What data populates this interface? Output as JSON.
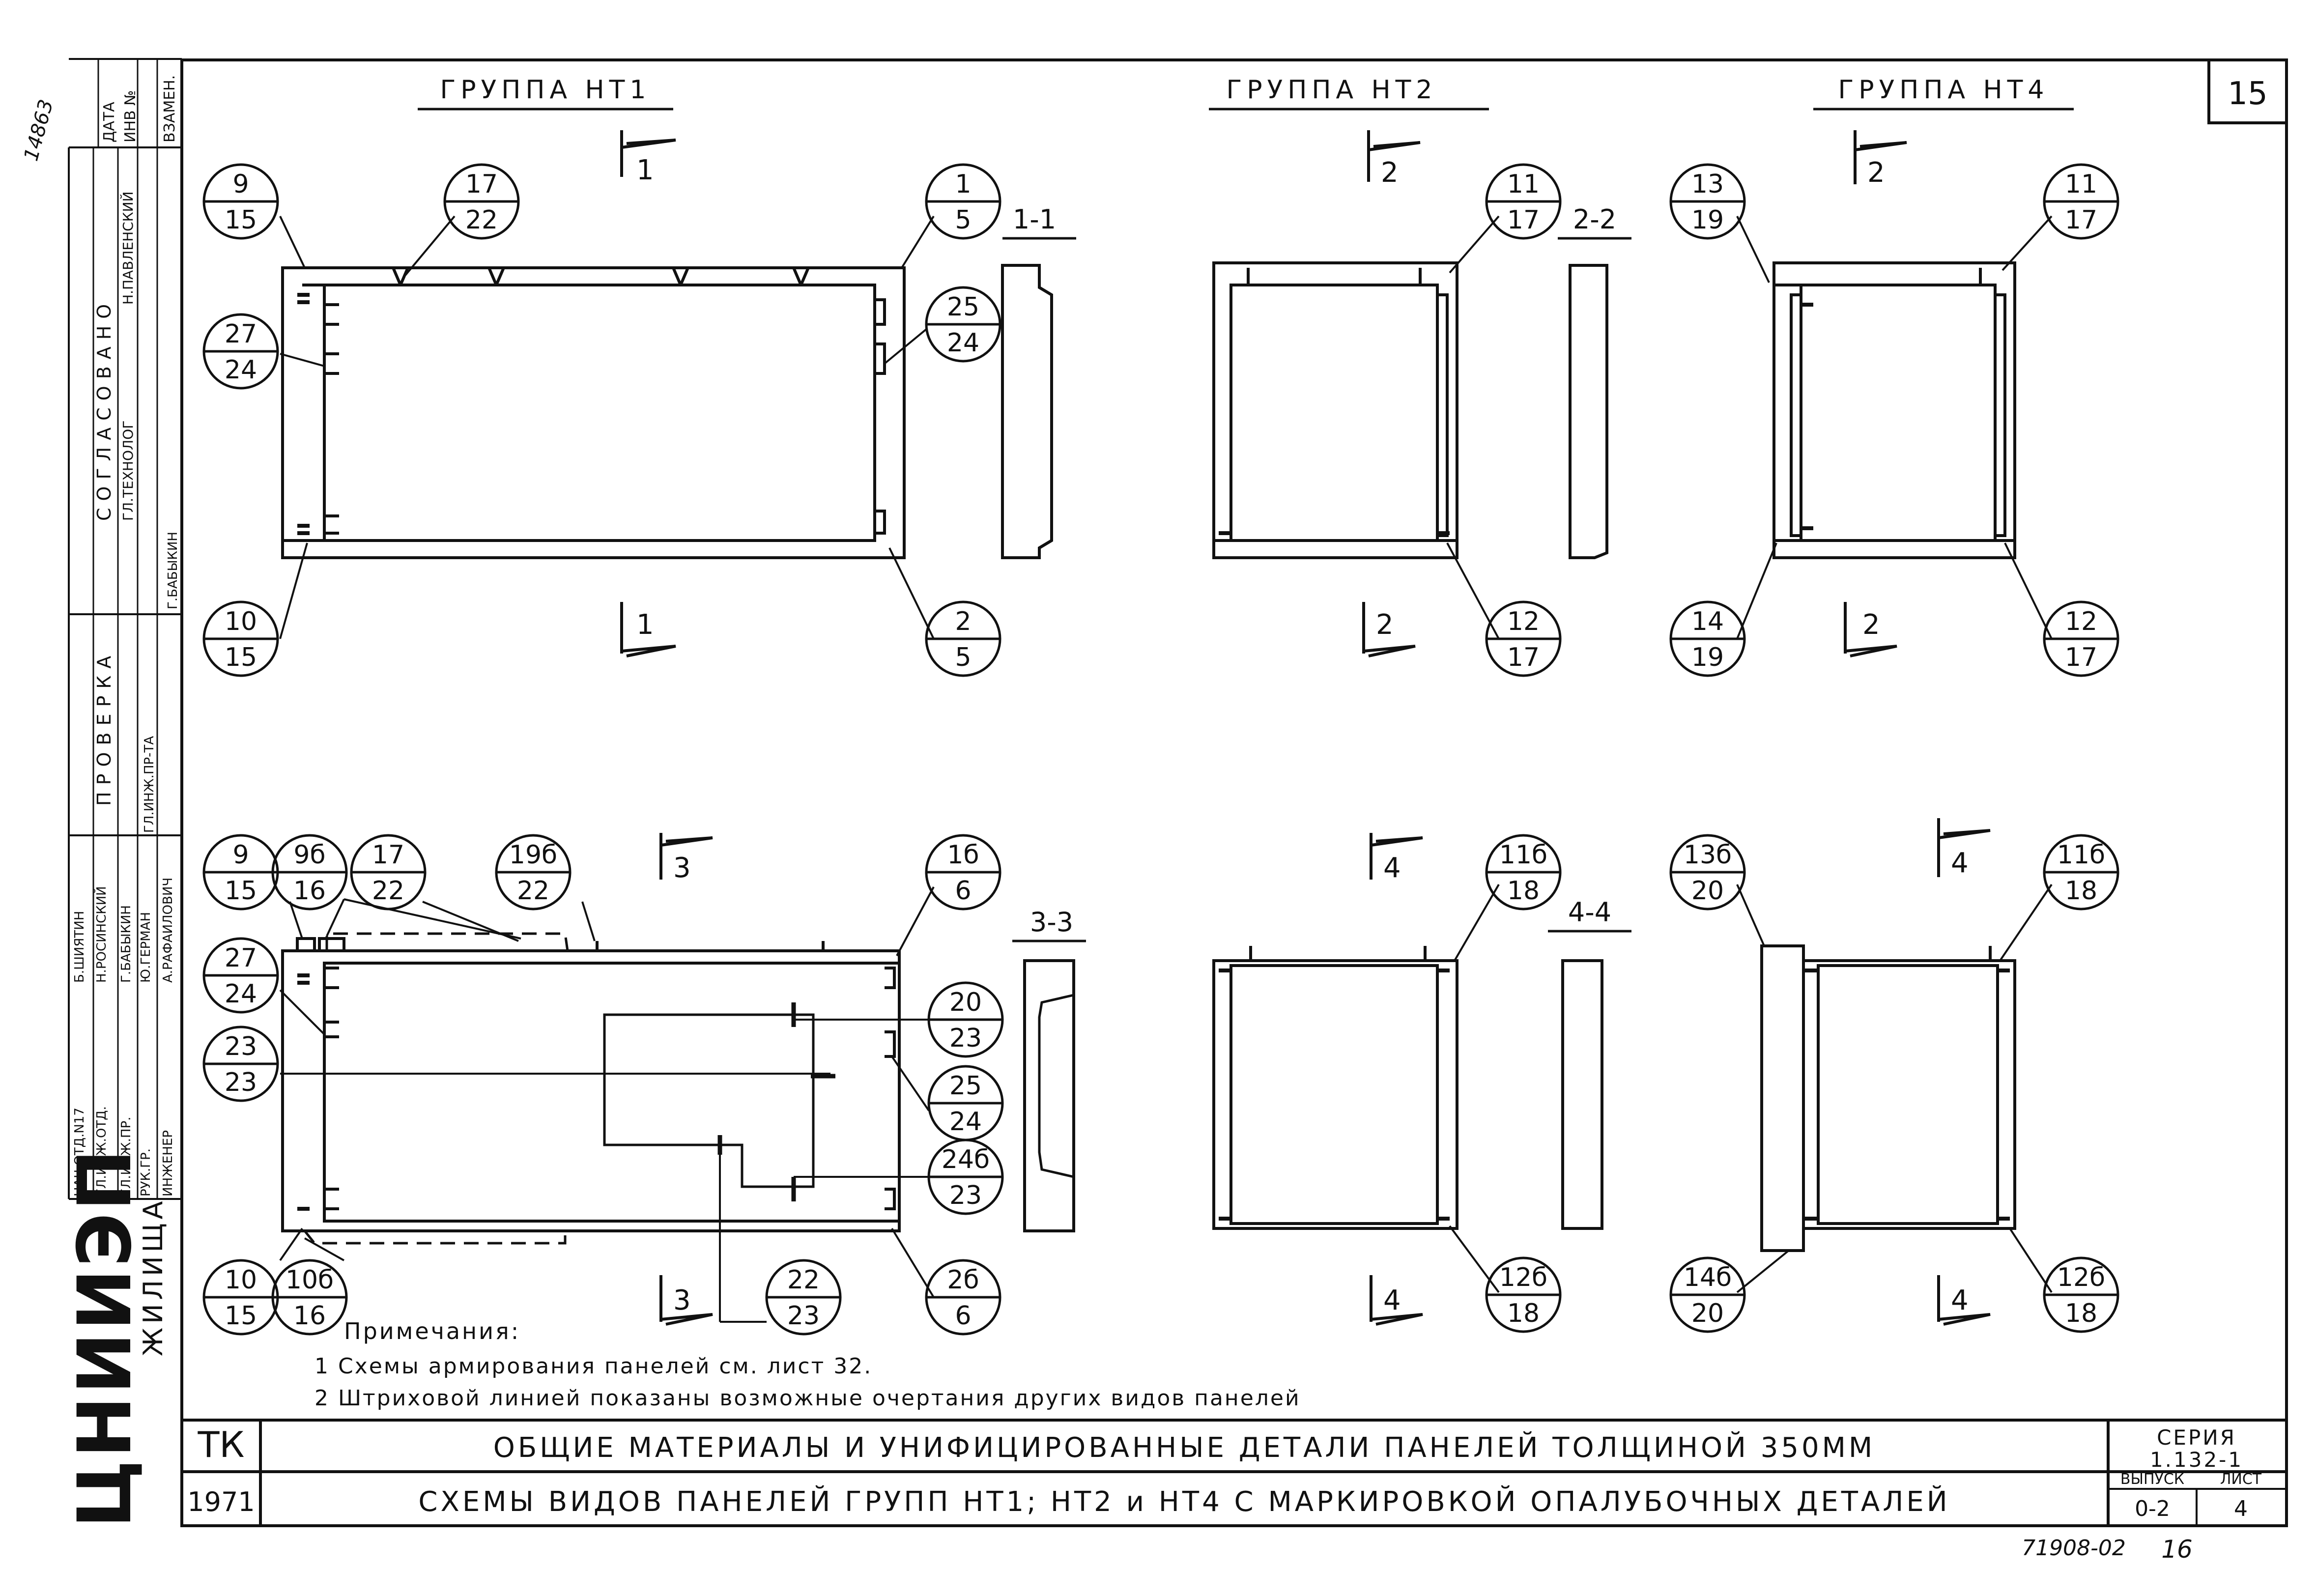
{
  "sheet_number": "15",
  "groups": {
    "ht1": "ГРУППА НТ1",
    "ht2": "ГРУППА НТ2",
    "ht4": "ГРУППА НТ4"
  },
  "sections": {
    "s1": "1-1",
    "s2": "2-2",
    "s3": "3-3",
    "s4": "4-4"
  },
  "cut_marks": {
    "c1": "1",
    "c2": "2",
    "c3": "3",
    "c4": "4"
  },
  "callouts": {
    "a1": {
      "top": "9",
      "bottom": "15"
    },
    "a2": {
      "top": "17",
      "bottom": "22"
    },
    "a3": {
      "top": "1",
      "bottom": "5"
    },
    "a4": {
      "top": "27",
      "bottom": "24"
    },
    "a5": {
      "top": "25",
      "bottom": "24"
    },
    "a6": {
      "top": "10",
      "bottom": "15"
    },
    "a7": {
      "top": "2",
      "bottom": "5"
    },
    "b1": {
      "top": "11",
      "bottom": "17"
    },
    "b2": {
      "top": "12",
      "bottom": "17"
    },
    "c1": {
      "top": "13",
      "bottom": "19"
    },
    "c2": {
      "top": "11",
      "bottom": "17"
    },
    "c3": {
      "top": "14",
      "bottom": "19"
    },
    "c4": {
      "top": "12",
      "bottom": "17"
    },
    "d1": {
      "top": "9",
      "bottom": "15"
    },
    "d2": {
      "top": "9б",
      "bottom": "16"
    },
    "d3": {
      "top": "17",
      "bottom": "22"
    },
    "d4": {
      "top": "19б",
      "bottom": "22"
    },
    "d5": {
      "top": "1б",
      "bottom": "6"
    },
    "d6": {
      "top": "27",
      "bottom": "24"
    },
    "d7": {
      "top": "23",
      "bottom": "23"
    },
    "d8": {
      "top": "20",
      "bottom": "23"
    },
    "d9": {
      "top": "25",
      "bottom": "24"
    },
    "d10": {
      "top": "24б",
      "bottom": "23"
    },
    "d11": {
      "top": "10",
      "bottom": "15"
    },
    "d12": {
      "top": "10б",
      "bottom": "16"
    },
    "d13": {
      "top": "22",
      "bottom": "23"
    },
    "d14": {
      "top": "2б",
      "bottom": "6"
    },
    "e1": {
      "top": "11б",
      "bottom": "18"
    },
    "e2": {
      "top": "12б",
      "bottom": "18"
    },
    "f1": {
      "top": "13б",
      "bottom": "20"
    },
    "f2": {
      "top": "11б",
      "bottom": "18"
    },
    "f3": {
      "top": "14б",
      "bottom": "20"
    },
    "f4": {
      "top": "12б",
      "bottom": "18"
    }
  },
  "notes": {
    "heading": "Примечания:",
    "n1": "1 Схемы армирования панелей см. лист 32.",
    "n2": "2 Штриховой линией показаны возможные очертания других видов панелей"
  },
  "title_block": {
    "code": "ТК",
    "year": "1971",
    "title1": "ОБЩИЕ МАТЕРИАЛЫ И УНИФИЦИРОВАННЫЕ ДЕТАЛИ ПАНЕЛЕЙ ТОЛЩИНОЙ 350ММ",
    "title2": "СХЕМЫ ВИДОВ ПАНЕЛЕЙ ГРУПП НТ1; НТ2 и НТ4 С МАРКИРОВКОЙ ОПАЛУБОЧНЫХ ДЕТАЛЕЙ",
    "series_label": "СЕРИЯ",
    "series_value": "1.132-1",
    "issue_label": "ВЫПУСК",
    "issue_value": "0-2",
    "sheet_label": "ЛИСТ",
    "sheet_value": "4",
    "doc_number": "71908-02",
    "page_number": "16"
  },
  "side_block": {
    "inv": "ИНВ №",
    "vzamen": "ВЗАМЕН.",
    "data": "ДАТА",
    "soglasovano": "СОГЛАСОВАНО",
    "gl_tech": "ГЛ.ТЕХНОЛОГ",
    "n_pavlenskii": "Н.ПАВЛЕНСКИЙ",
    "proverka": "ПРОВЕРКА",
    "gl_inzh_pr": "ГЛ.ИНЖ.ПР-ТА",
    "g_babykin": "Г.БАБЫКИН",
    "rows": [
      {
        "role": "НАЧ.ОТД.N17",
        "name": "Б.ШИЯТИН"
      },
      {
        "role": "ГЛ.ИНЖ.ОТД.",
        "name": "Н.РОСИНСКИЙ"
      },
      {
        "role": "ГЛ.ИНЖ.ПР.",
        "name": "Г.БАБЫКИН"
      },
      {
        "role": "РУК.ГР.",
        "name": "Ю.ГЕРМАН"
      },
      {
        "role": "ИНЖЕНЕР",
        "name": "А.РАФАИЛОВИЧ"
      }
    ],
    "org": "ЦНИИЭП",
    "org2": "ЖИЛИЩА",
    "corner": "14863"
  }
}
